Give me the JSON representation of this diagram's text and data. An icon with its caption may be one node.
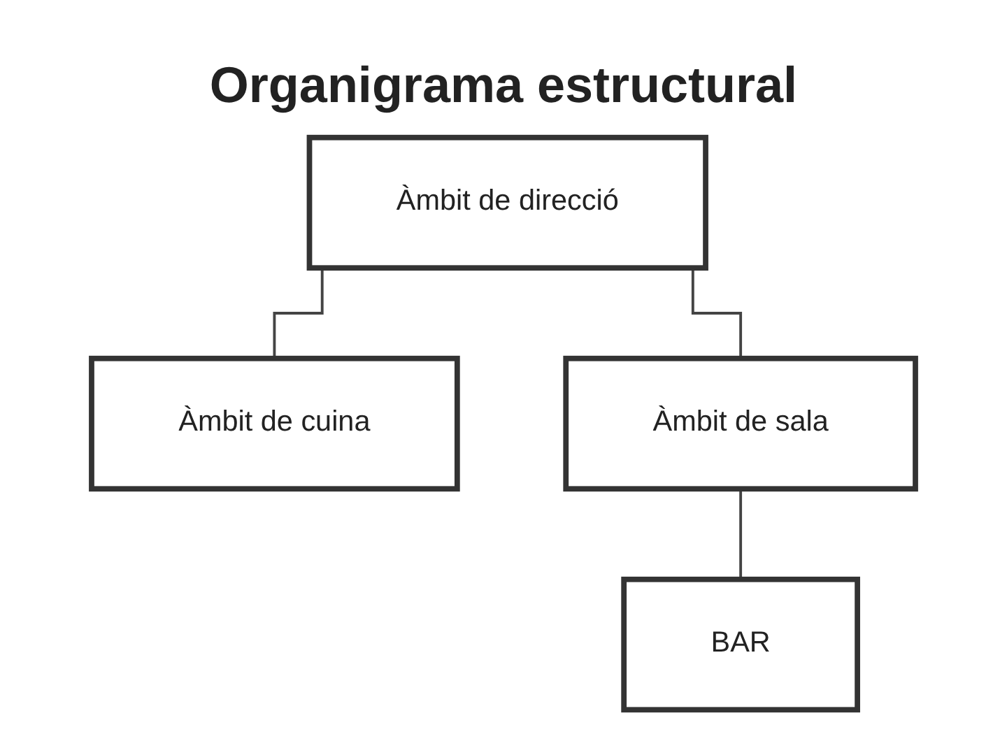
{
  "diagram": {
    "title": "Organigrama estructural",
    "nodes": [
      {
        "text": [
          "Àmbit de direcció"
        ]
      },
      {
        "text": [
          "Àmbit de cuina"
        ]
      },
      {
        "text": [
          "Àmbit de sala"
        ]
      },
      {
        "text": [
          "BAR"
        ]
      }
    ],
    "edges": [
      {
        "from": 0,
        "to": 1,
        "arrow": "none"
      },
      {
        "from": 0,
        "to": 2,
        "arrow": "none"
      },
      {
        "from": 2,
        "to": 3,
        "arrow": "none"
      }
    ]
  }
}
